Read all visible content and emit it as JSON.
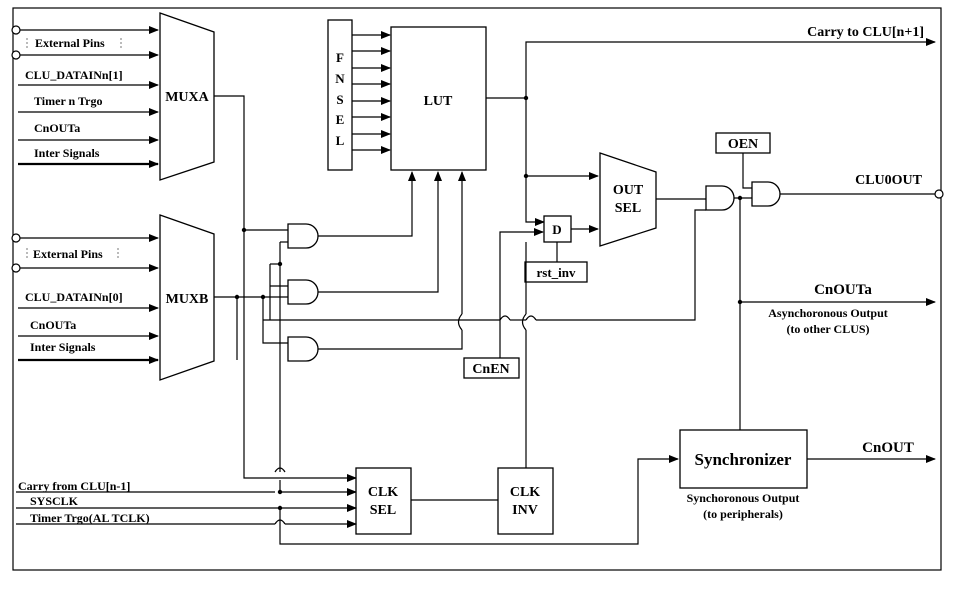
{
  "muxa": {
    "label": "MUXA",
    "inputs": [
      "External Pins",
      "CLU_DATAINn[1]",
      "Timer n Trgo",
      "CnOUTa",
      "Inter Signals"
    ]
  },
  "muxb": {
    "label": "MUXB",
    "inputs": [
      "External Pins",
      "CLU_DATAINn[0]",
      "CnOUTa",
      "Inter Signals"
    ]
  },
  "fnsel": {
    "letters": [
      "F",
      "N",
      "S",
      "E",
      "L"
    ]
  },
  "lut": {
    "label": "LUT"
  },
  "carry_out": {
    "label": "Carry to CLU[n+1]"
  },
  "outsel": {
    "line1": "OUT",
    "line2": "SEL"
  },
  "oen": {
    "label": "OEN"
  },
  "clu0out": {
    "label": "CLU0OUT"
  },
  "dff": {
    "label": "D"
  },
  "rst_inv": {
    "label": "rst_inv"
  },
  "cnen": {
    "label": "CnEN"
  },
  "cnouta_out": {
    "label": "CnOUTa",
    "desc1": "Asynchoronous Output",
    "desc2": "(to other CLUS)"
  },
  "synchronizer": {
    "label": "Synchronizer",
    "desc1": "Synchoronous Output",
    "desc2": "(to peripherals)"
  },
  "cnout": {
    "label": "CnOUT"
  },
  "clksel": {
    "line1": "CLK",
    "line2": "SEL"
  },
  "clkinv": {
    "line1": "CLK",
    "line2": "INV"
  },
  "clock_inputs": [
    "Carry from CLU[n-1]",
    "SYSCLK",
    "Timer Trgo(AL TCLK)"
  ]
}
